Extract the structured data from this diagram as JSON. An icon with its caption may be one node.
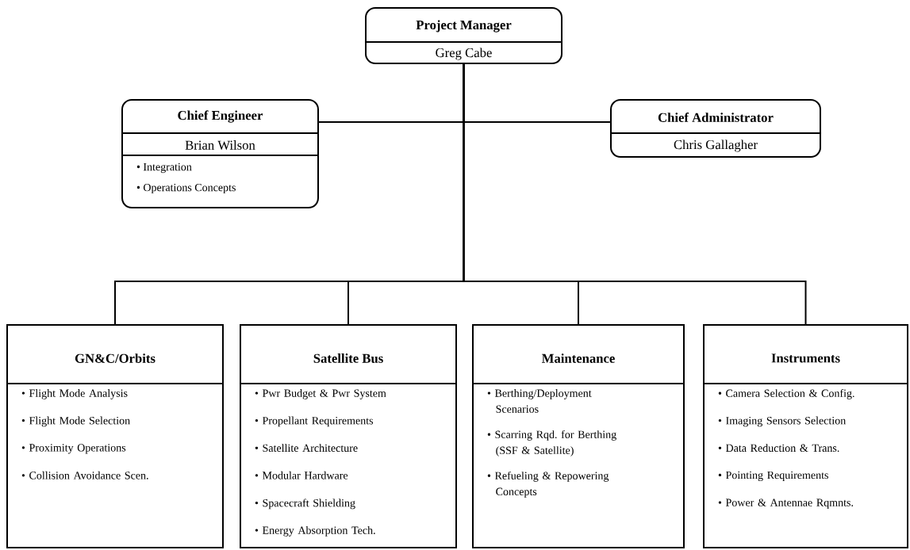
{
  "diagram": {
    "nodes": [
      {
        "text": [
          "Project Manager",
          "Greg Cabe"
        ]
      },
      {
        "text": [
          "Chief Engineer",
          "Brian Wilson",
          "• Integration",
          "• Operations Concepts"
        ]
      },
      {
        "text": [
          "Chief Administrator",
          "Chris Gallagher"
        ]
      },
      {
        "text": [
          "GN&C/Orbits",
          "• Flight Mode Analysis",
          "• Flight Mode Selection",
          "• Proximity Operations",
          "• Collision Avoidance Scen."
        ]
      },
      {
        "text": [
          "Satellite Bus",
          "• Pwr Budget & Pwr System",
          "• Propellant Requirements",
          "• Satellite Architecture",
          "• Modular Hardware",
          "• Spacecraft Shielding",
          "• Energy Absorption Tech."
        ]
      },
      {
        "text": [
          "Maintenance",
          "• Berthing/Deployment Scenarios",
          "• Scarring Rqd. for Berthing (SSF & Satellite)",
          "• Refueling & Repowering Concepts"
        ]
      },
      {
        "text": [
          "Instruments",
          "• Camera Selection & Config.",
          "• Imaging Sensors Selection",
          "• Data Reduction & Trans.",
          "• Pointing Requirements",
          "• Power & Antennae Rqmnts."
        ]
      }
    ],
    "edges": [
      {
        "from": 0,
        "to": 1,
        "arrow": "none"
      },
      {
        "from": 0,
        "to": 2,
        "arrow": "none"
      },
      {
        "from": 0,
        "to": 3,
        "arrow": "none"
      },
      {
        "from": 0,
        "to": 4,
        "arrow": "none"
      },
      {
        "from": 0,
        "to": 5,
        "arrow": "none"
      },
      {
        "from": 0,
        "to": 6,
        "arrow": "none"
      }
    ]
  }
}
